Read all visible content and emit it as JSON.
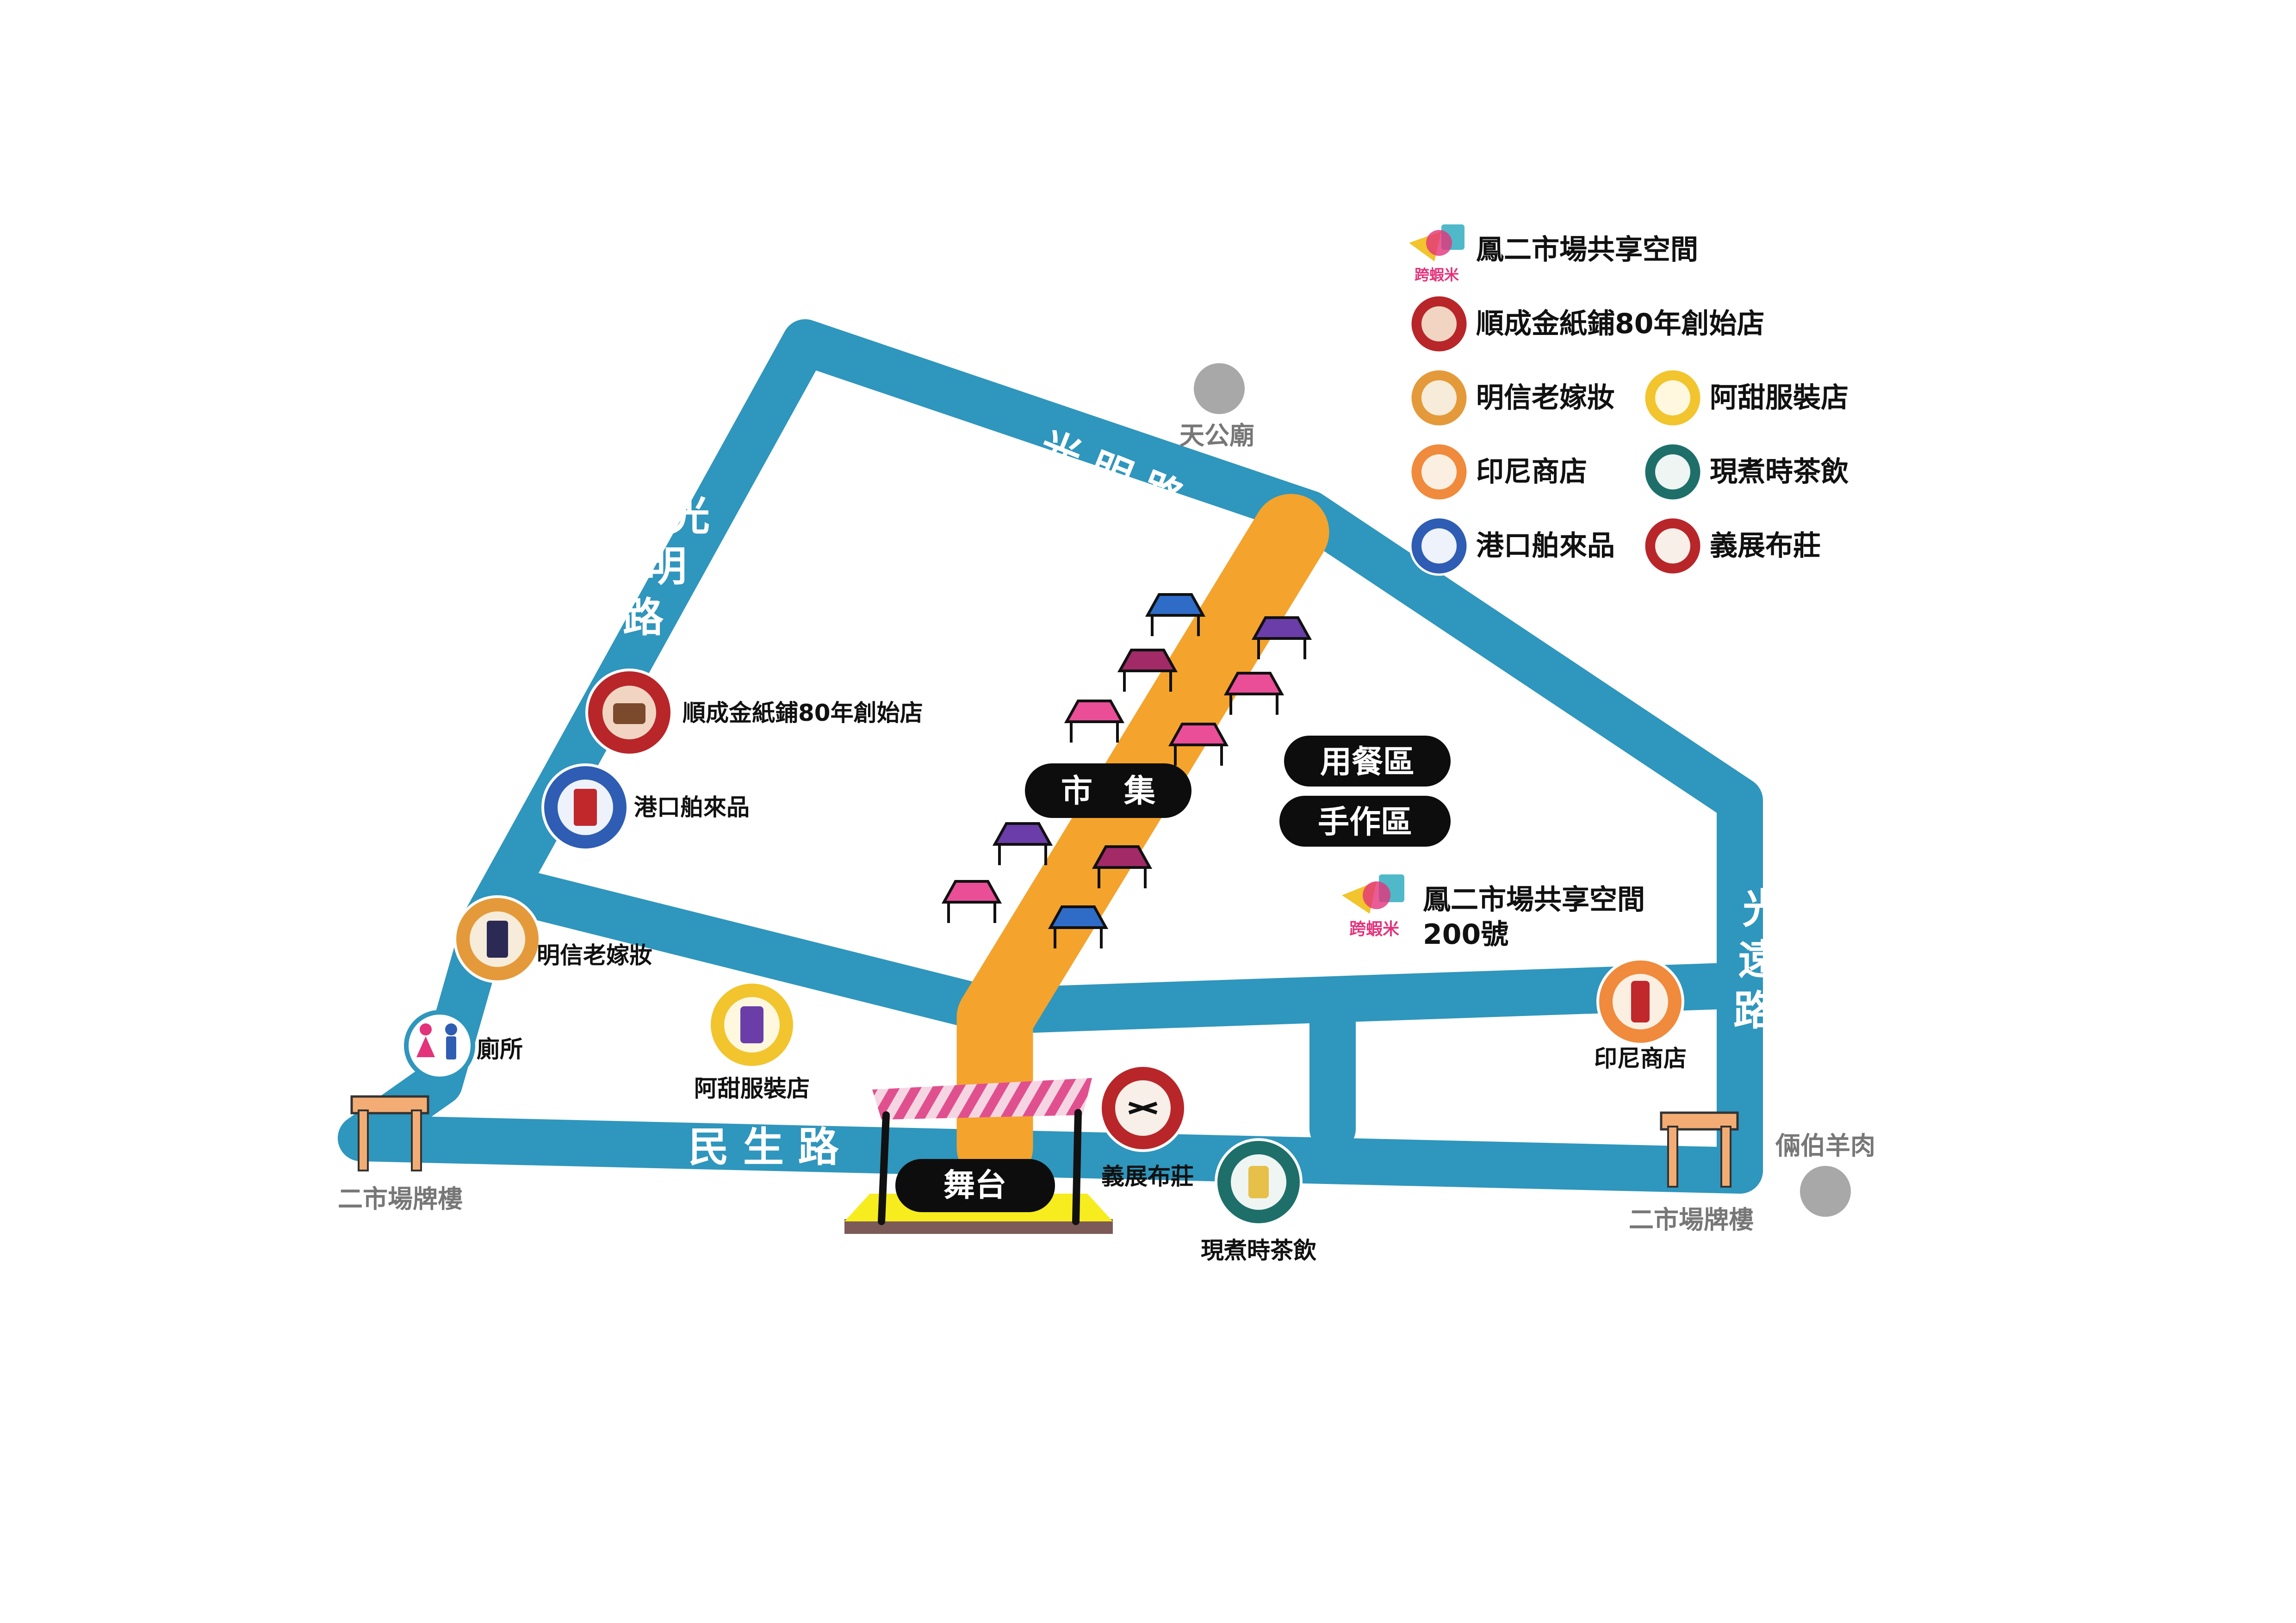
{
  "colors": {
    "road": "#2f96bd",
    "market": "#f4a32c",
    "pill": "#0d0d0d",
    "landmark": "#a8a8a8",
    "gate": "#f3ad74",
    "stage_base": "#f7ec1e",
    "stage_edge": "#7b5a57",
    "canopy_stripe": "#e0508f"
  },
  "roads": {
    "guangming_top": "光 明 路",
    "guangming_left_1": "光",
    "guangming_left_2": "明",
    "guangming_left_3": "路",
    "guangyuan_1": "光",
    "guangyuan_2": "遠",
    "guangyuan_3": "路",
    "minsheng": "民 生 路"
  },
  "zones": {
    "market": "市　集",
    "dining": "用餐區",
    "craft": "手作區",
    "stage": "舞台"
  },
  "landmarks": {
    "temple": "天公廟",
    "lamb": "倆伯羊肉",
    "gate_left": "二市場牌樓",
    "gate_right": "二市場牌樓"
  },
  "places": {
    "shuncheng": "順成金紙鋪80年創始店",
    "harbor": "港口舶來品",
    "mingxin": "明信老嫁妝",
    "toilet": "廁所",
    "atian": "阿甜服裝店",
    "yizhan": "義展布莊",
    "tea": "現煮時茶飲",
    "indonesia": "印尼商店",
    "space_line1": "鳳二市場共享空間",
    "space_line2": "200號",
    "space_logo_text": "跨蝦米"
  },
  "legend": {
    "items": [
      {
        "id": "space",
        "label": "鳳二市場共享空間"
      },
      {
        "id": "shuncheng",
        "label": "順成金紙鋪80年創始店"
      },
      {
        "id": "mingxin",
        "label": "明信老嫁妝"
      },
      {
        "id": "atian",
        "label": "阿甜服裝店"
      },
      {
        "id": "indonesia",
        "label": "印尼商店"
      },
      {
        "id": "tea",
        "label": "現煮時茶飲"
      },
      {
        "id": "harbor",
        "label": "港口舶來品"
      },
      {
        "id": "yizhan",
        "label": "義展布莊"
      }
    ],
    "logo_text": "跨蝦米"
  }
}
